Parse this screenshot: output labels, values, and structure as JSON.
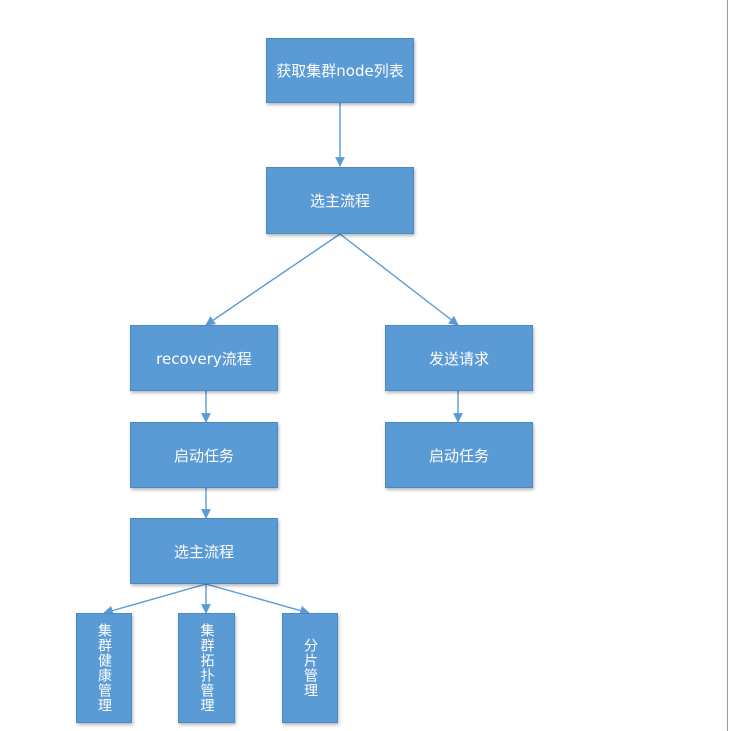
{
  "diagram": {
    "nodes": {
      "get_nodes": "获取集群node列表",
      "elect_master_1": "选主流程",
      "recovery": "recovery流程",
      "send_request": "发送请求",
      "start_task_left": "启动任务",
      "start_task_right": "启动任务",
      "elect_master_2": "选主流程",
      "cluster_health": "集群健康管理",
      "cluster_topology": "集群拓扑管理",
      "shard_management": "分片管理"
    },
    "colors": {
      "node_fill": "#5b9bd5",
      "edge": "#5b9bd5",
      "text": "#ffffff"
    }
  }
}
